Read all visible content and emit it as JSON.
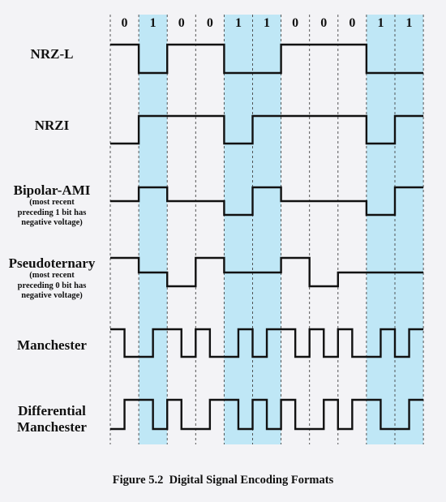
{
  "bits": [
    "0",
    "1",
    "0",
    "0",
    "1",
    "1",
    "0",
    "0",
    "0",
    "1",
    "1"
  ],
  "colors": {
    "highlight": "#bfe7f6",
    "signal": "#111111",
    "divider": "#444444",
    "background": "#f3f3f6"
  },
  "rows": [
    {
      "id": "nrz-l",
      "label": "NRZ-L",
      "note": "",
      "levels": [
        1,
        0,
        1,
        1,
        0,
        0,
        1,
        1,
        1,
        0,
        0
      ]
    },
    {
      "id": "nrzi",
      "label": "NRZI",
      "note": "",
      "levels": [
        0,
        1,
        1,
        1,
        0,
        1,
        1,
        1,
        1,
        0,
        1
      ]
    },
    {
      "id": "bipolar-ami",
      "label": "Bipolar-AMI",
      "note": "(most recent\npreceding 1 bit has\nnegative voltage)",
      "levels": [
        0,
        1,
        0,
        0,
        -1,
        1,
        0,
        0,
        0,
        -1,
        1
      ]
    },
    {
      "id": "pseudoternary",
      "label": "Pseudoternary",
      "note": "(most recent\npreceding 0 bit has\nnegative voltage)",
      "levels": [
        1,
        0,
        -1,
        1,
        0,
        0,
        1,
        -1,
        0,
        0,
        0
      ]
    },
    {
      "id": "manchester",
      "label": "Manchester",
      "note": "",
      "halves": [
        1,
        0,
        0,
        1,
        1,
        0,
        1,
        0,
        0,
        1,
        0,
        1,
        1,
        0,
        1,
        0,
        1,
        0,
        0,
        1,
        0,
        1
      ]
    },
    {
      "id": "differential-manchester",
      "label": "Differential\nManchester",
      "note": "",
      "halves": [
        0,
        1,
        1,
        0,
        1,
        0,
        0,
        1,
        1,
        0,
        1,
        0,
        1,
        0,
        0,
        1,
        0,
        1,
        1,
        0,
        0,
        1
      ]
    }
  ],
  "caption": "Figure 5.2  Digital Signal Encoding Formats"
}
